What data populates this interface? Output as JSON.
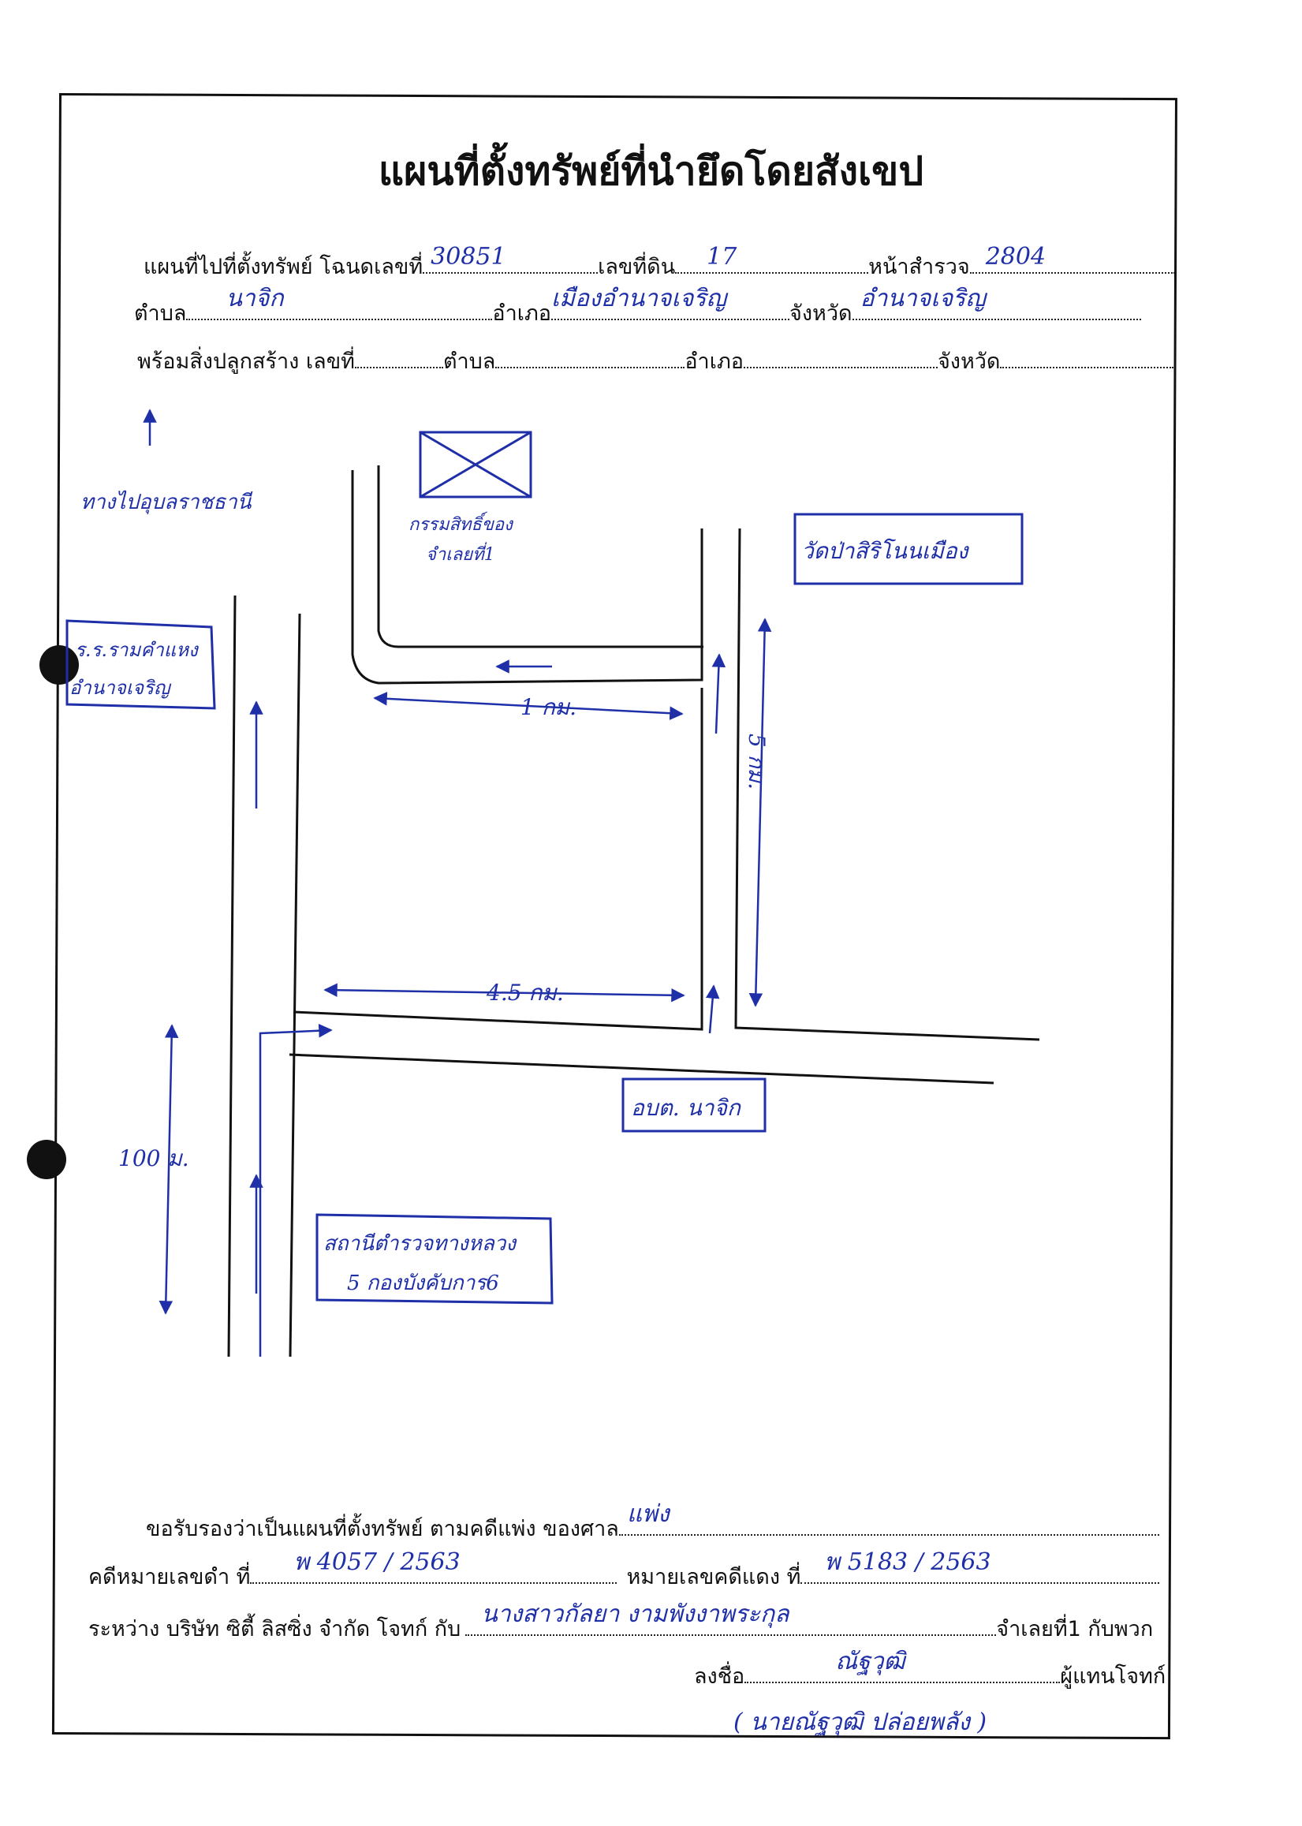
{
  "title": "แผนที่ตั้งทรัพย์ที่นำยึดโดยสังเขป",
  "header": {
    "line1": {
      "label_map": "แผนที่ไปที่ตั้งทรัพย์ โฉนดเลขที่",
      "deed_no": "30851",
      "label_land_no": "เลขที่ดิน",
      "land_no": "17",
      "label_survey_page": "หน้าสำรวจ",
      "survey_page": "2804"
    },
    "line2": {
      "label_subdistrict": "ตำบล",
      "subdistrict": "นาจิก",
      "label_district": "อำเภอ",
      "district": "เมืองอำนาจเจริญ",
      "label_province": "จังหวัด",
      "province": "อำนาจเจริญ"
    },
    "line3": {
      "label_building": "พร้อมสิ่งปลูกสร้าง เลขที่",
      "label_subdistrict": "ตำบล",
      "label_district": "อำเภอ",
      "label_province": "จังหวัด"
    }
  },
  "map": {
    "north_road": "ทางไปอุบลราชธานี",
    "property_label_1": "กรรมสิทธิ์ของ",
    "property_label_2": "จำเลยที่1",
    "temple": "วัดป่าสิริโนนเมือง",
    "school_1": "ร.ร.รามคำแหง",
    "school_2": "อำนาจเจริญ",
    "dist_top": "1 กม.",
    "dist_right": "5 กม.",
    "dist_bottom": "4.5 กม.",
    "dist_left": "100 ม.",
    "tao": "อบต. นาจิก",
    "police_1": "สถานีตำรวจทางหลวง",
    "police_2": "5 กองบังคับการ6"
  },
  "footer": {
    "certify_label": "ขอรับรองว่าเป็นแผนที่ตั้งทรัพย์ ตามคดีแพ่ง ของศาล",
    "court": "แพ่ง",
    "black_case_label": "คดีหมายเลขดำ ที่",
    "black_case": "พ 4057 / 2563",
    "red_case_label": "หมายเลขคดีแดง ที่",
    "red_case": "พ 5183 / 2563",
    "between_label": "ระหว่าง บริษัท ซิตี้ ลิสซิ่ง จำกัด โจทก์ กับ",
    "defendant": "นางสาวกัลยา   งามพังงาพระกุล",
    "defendant_suffix": "จำเลยที่1 กับพวก",
    "sign_label": "ลงชื่อ",
    "signature": "ณัฐวุฒิ",
    "signer_role": "ผู้แทนโจทก์",
    "signer_name": "( นายณัฐวุฒิ  ปล่อยพลัง )"
  }
}
